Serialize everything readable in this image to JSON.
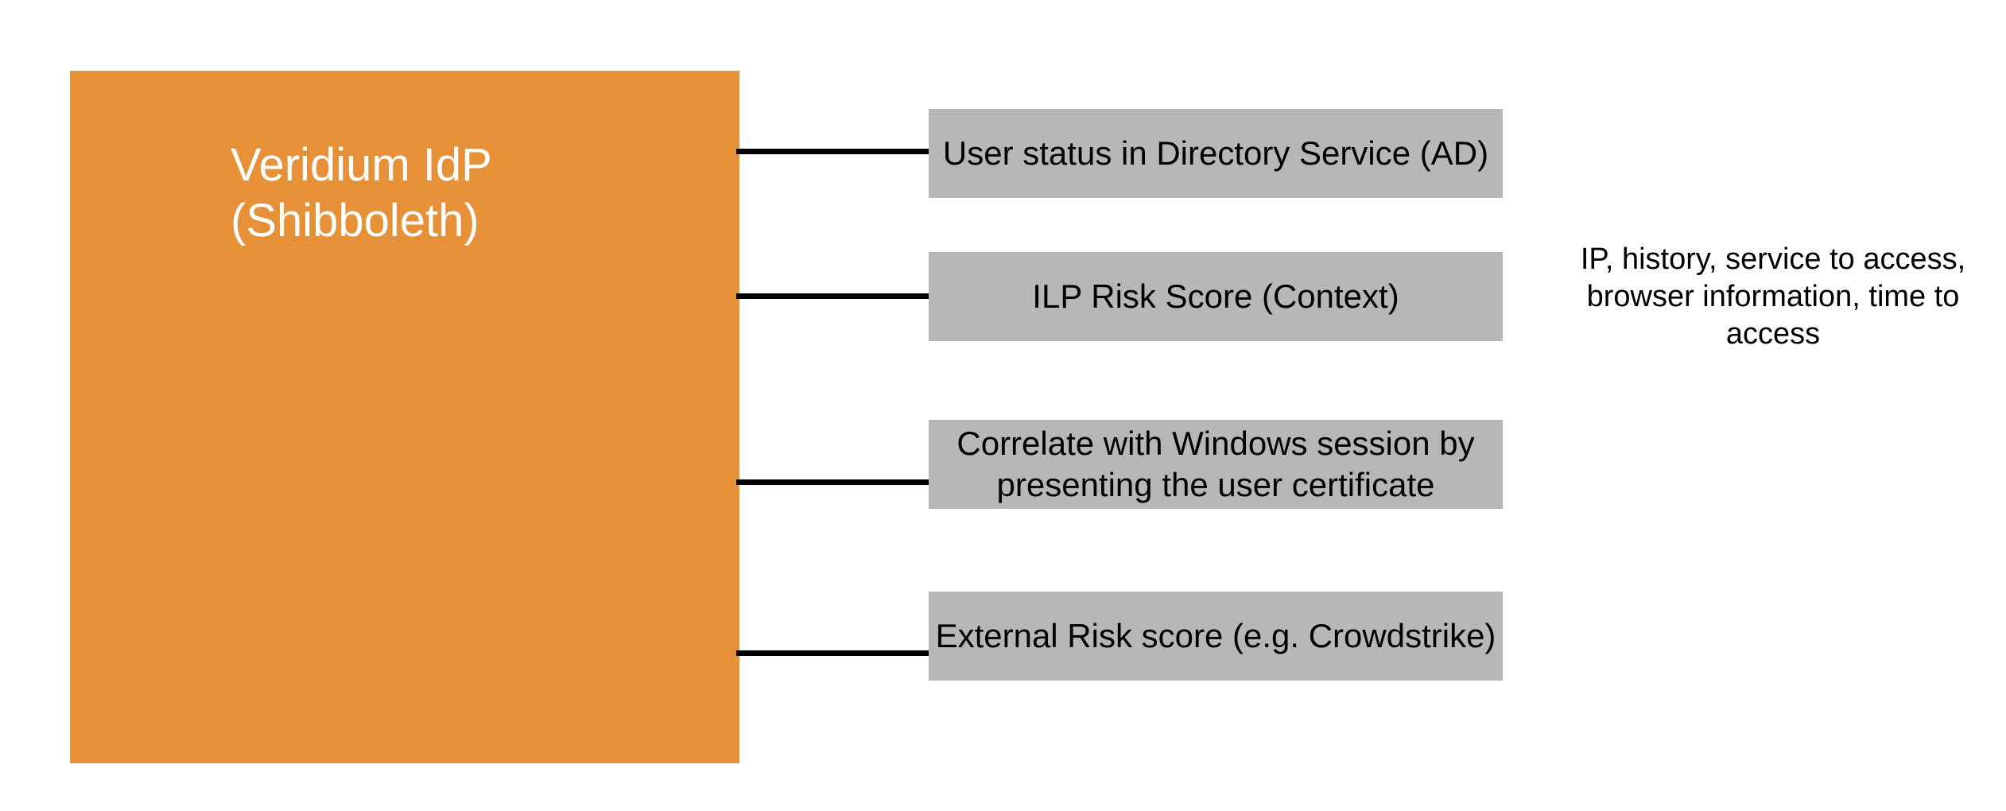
{
  "colors": {
    "idp_fill": "#e69138",
    "idp_text": "#ffffff",
    "attr_fill": "#b7b7b7",
    "attr_text": "#000000",
    "connector": "#000000",
    "annotation_text": "#000000",
    "canvas_bg": "#ffffff"
  },
  "diagram": {
    "idp_box": {
      "label_line1": "Veridium IdP",
      "label_line2": "(Shibboleth)"
    },
    "attribute_boxes": [
      {
        "label": "User status in Directory Service (AD)"
      },
      {
        "label": "ILP Risk Score (Context)"
      },
      {
        "label": "Correlate with Windows session by presenting the user certificate"
      },
      {
        "label": "External Risk score (e.g. Crowdstrike)"
      }
    ],
    "annotation": {
      "text": "IP, history, service to access, browser information, time to access"
    }
  }
}
